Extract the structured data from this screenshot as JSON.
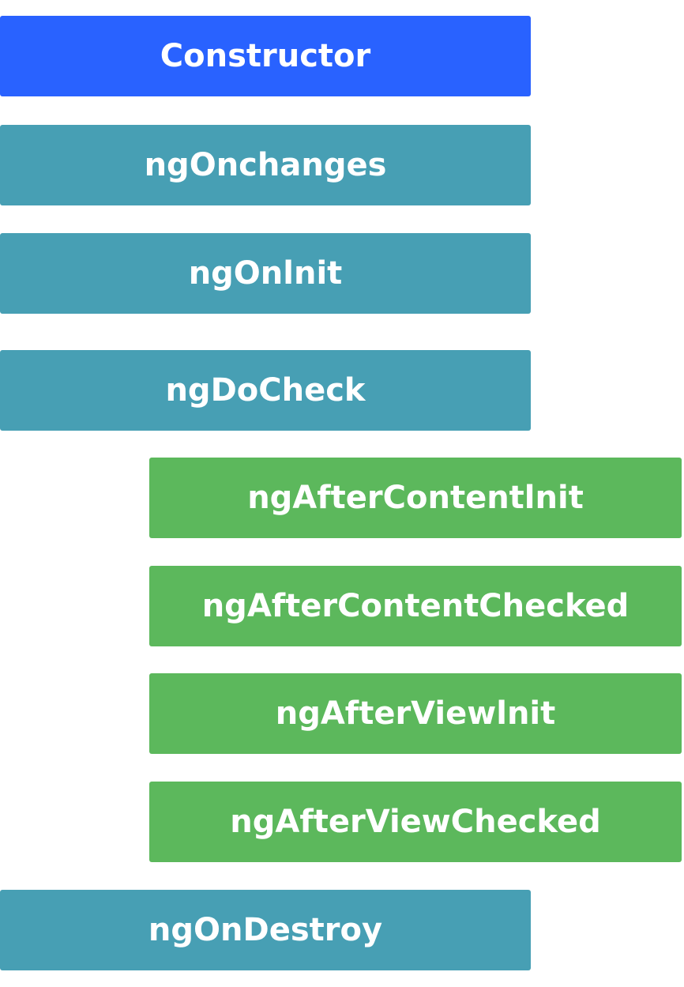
{
  "colors": {
    "constructor": "#2962FF",
    "component": "#479FB4",
    "child": "#5CB85C",
    "text": "#FFFFFF"
  },
  "steps": [
    {
      "label": "Constructor",
      "group": "constructor"
    },
    {
      "label": "ngOnchanges",
      "group": "component"
    },
    {
      "label": "ngOnlnit",
      "group": "component"
    },
    {
      "label": "ngDoCheck",
      "group": "component"
    },
    {
      "label": "ngAfterContentlnit",
      "group": "child"
    },
    {
      "label": "ngAfterContentChecked",
      "group": "child"
    },
    {
      "label": "ngAfterViewlnit",
      "group": "child"
    },
    {
      "label": "ngAfterViewChecked",
      "group": "child"
    },
    {
      "label": "ngOnDestroy",
      "group": "component"
    }
  ]
}
